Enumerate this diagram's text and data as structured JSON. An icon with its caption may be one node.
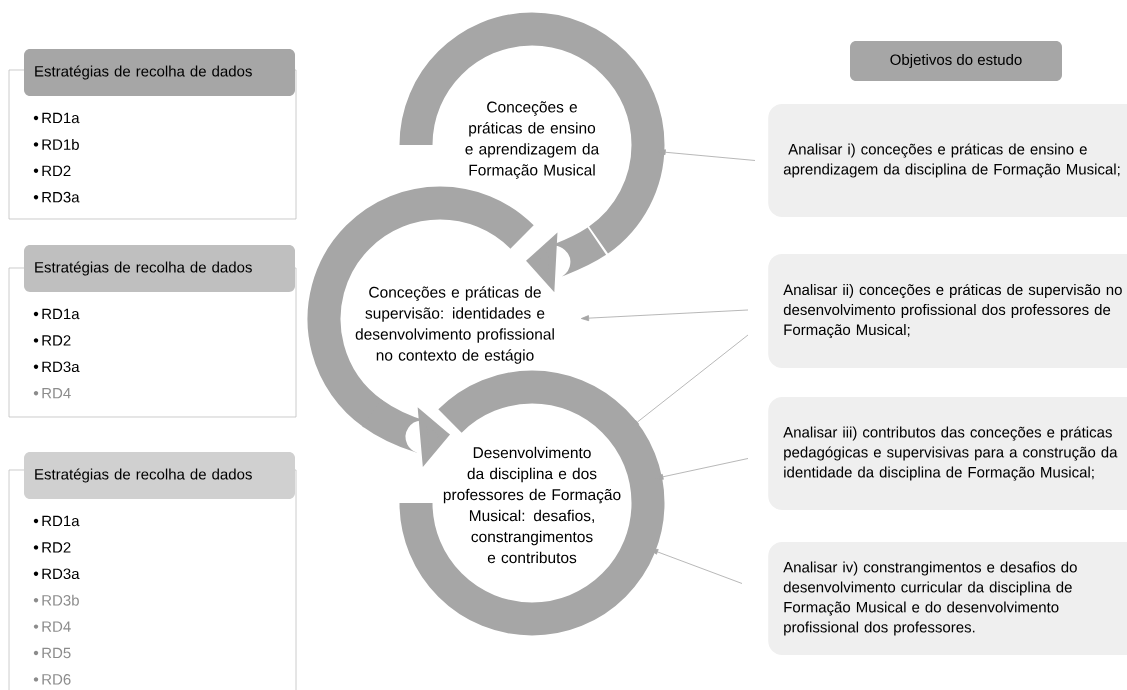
{
  "diagram": {
    "nodes": [
      {
        "text": [
          "Estratégias de recolha de dados",
          "RD1a",
          "RD1b",
          "RD2",
          "RD3a"
        ]
      },
      {
        "text": [
          "Estratégias de recolha de dados",
          "RD1a",
          "RD2",
          "RD3a",
          "RD4"
        ]
      },
      {
        "text": [
          "Estratégias de recolha de dados",
          "RD1a",
          "RD2",
          "RD3a",
          "RD3b",
          "RD4",
          "RD5",
          "RD6"
        ]
      },
      {
        "text": [
          "Conceções e práticas de ensino e aprendizagem da Formação Musical"
        ]
      },
      {
        "text": [
          "Conceções e práticas de supervisão: identidades e desenvolvimento profissional no contexto de estágio"
        ]
      },
      {
        "text": [
          "Desenvolvimento da disciplina e dos professores de Formação Musical: desafios, constrangimentos e contributos"
        ]
      },
      {
        "text": [
          "Objetivos do estudo"
        ]
      },
      {
        "text": [
          " Analisar i) conceções e práticas de ensino e aprendizagem da disciplina de Formação Musical;"
        ]
      },
      {
        "text": [
          "Analisar ii) conceções e práticas de supervisão no desenvolvimento profissional dos professores de Formação Musical;"
        ]
      },
      {
        "text": [
          "Analisar iii) contributos das conceções e práticas pedagógicas e supervisivas para a construção da identidade da disciplina de Formação Musical;"
        ]
      },
      {
        "text": [
          "Analisar iv) constrangimentos e desafios do desenvolvimento curricular da disciplina de Formação Musical e do desenvolvimento profissional dos professores."
        ]
      }
    ],
    "edges": [
      {
        "from": 3,
        "to": 4,
        "arrow": "to",
        "style": "thick"
      },
      {
        "from": 4,
        "to": 5,
        "arrow": "to",
        "style": "thick"
      },
      {
        "from": 7,
        "to": 3,
        "arrow": "to"
      },
      {
        "from": 8,
        "to": 4,
        "arrow": "to"
      },
      {
        "from": 8,
        "to": 5,
        "arrow": "to"
      },
      {
        "from": 9,
        "to": 5,
        "arrow": "to"
      },
      {
        "from": 10,
        "to": 5,
        "arrow": "to"
      }
    ]
  }
}
